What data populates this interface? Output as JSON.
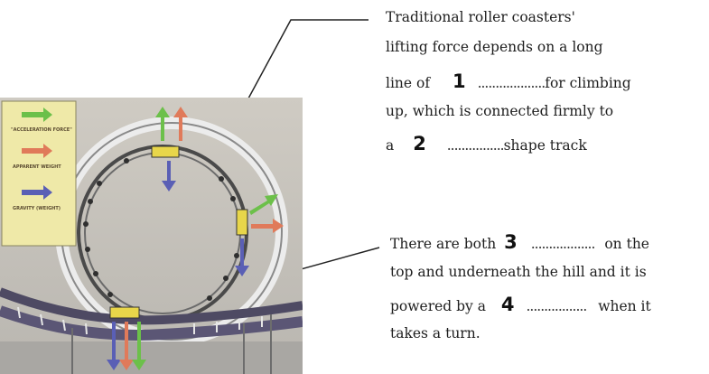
{
  "legend": {
    "acceleration": "\"ACCELERATION FORCE\"",
    "apparent": "APPARENT WEIGHT",
    "gravity": "GRAVITY (WEIGHT)"
  },
  "top_text": {
    "line1": "Traditional roller coasters'",
    "line2": "lifting force depends on a long",
    "line3a": "line of",
    "blank1": "1",
    "line3b": "for climbing",
    "line4": "up, which is connected firmly to",
    "line5a": "a",
    "blank2": "2",
    "line5b": "shape track"
  },
  "bottom_text": {
    "line1a": "There are both",
    "blank3": "3",
    "line1b": "on the",
    "line2": "top and underneath the hill and it is",
    "line3a": "powered by a",
    "blank4": "4",
    "line3b": "when it",
    "line4": "takes a turn."
  },
  "colors": {
    "acceleration": "#6cc04a",
    "apparent": "#e07a5a",
    "gravity": "#5a5fb5",
    "legend_bg": "#efe9a8",
    "cart": "#e8d64a"
  }
}
